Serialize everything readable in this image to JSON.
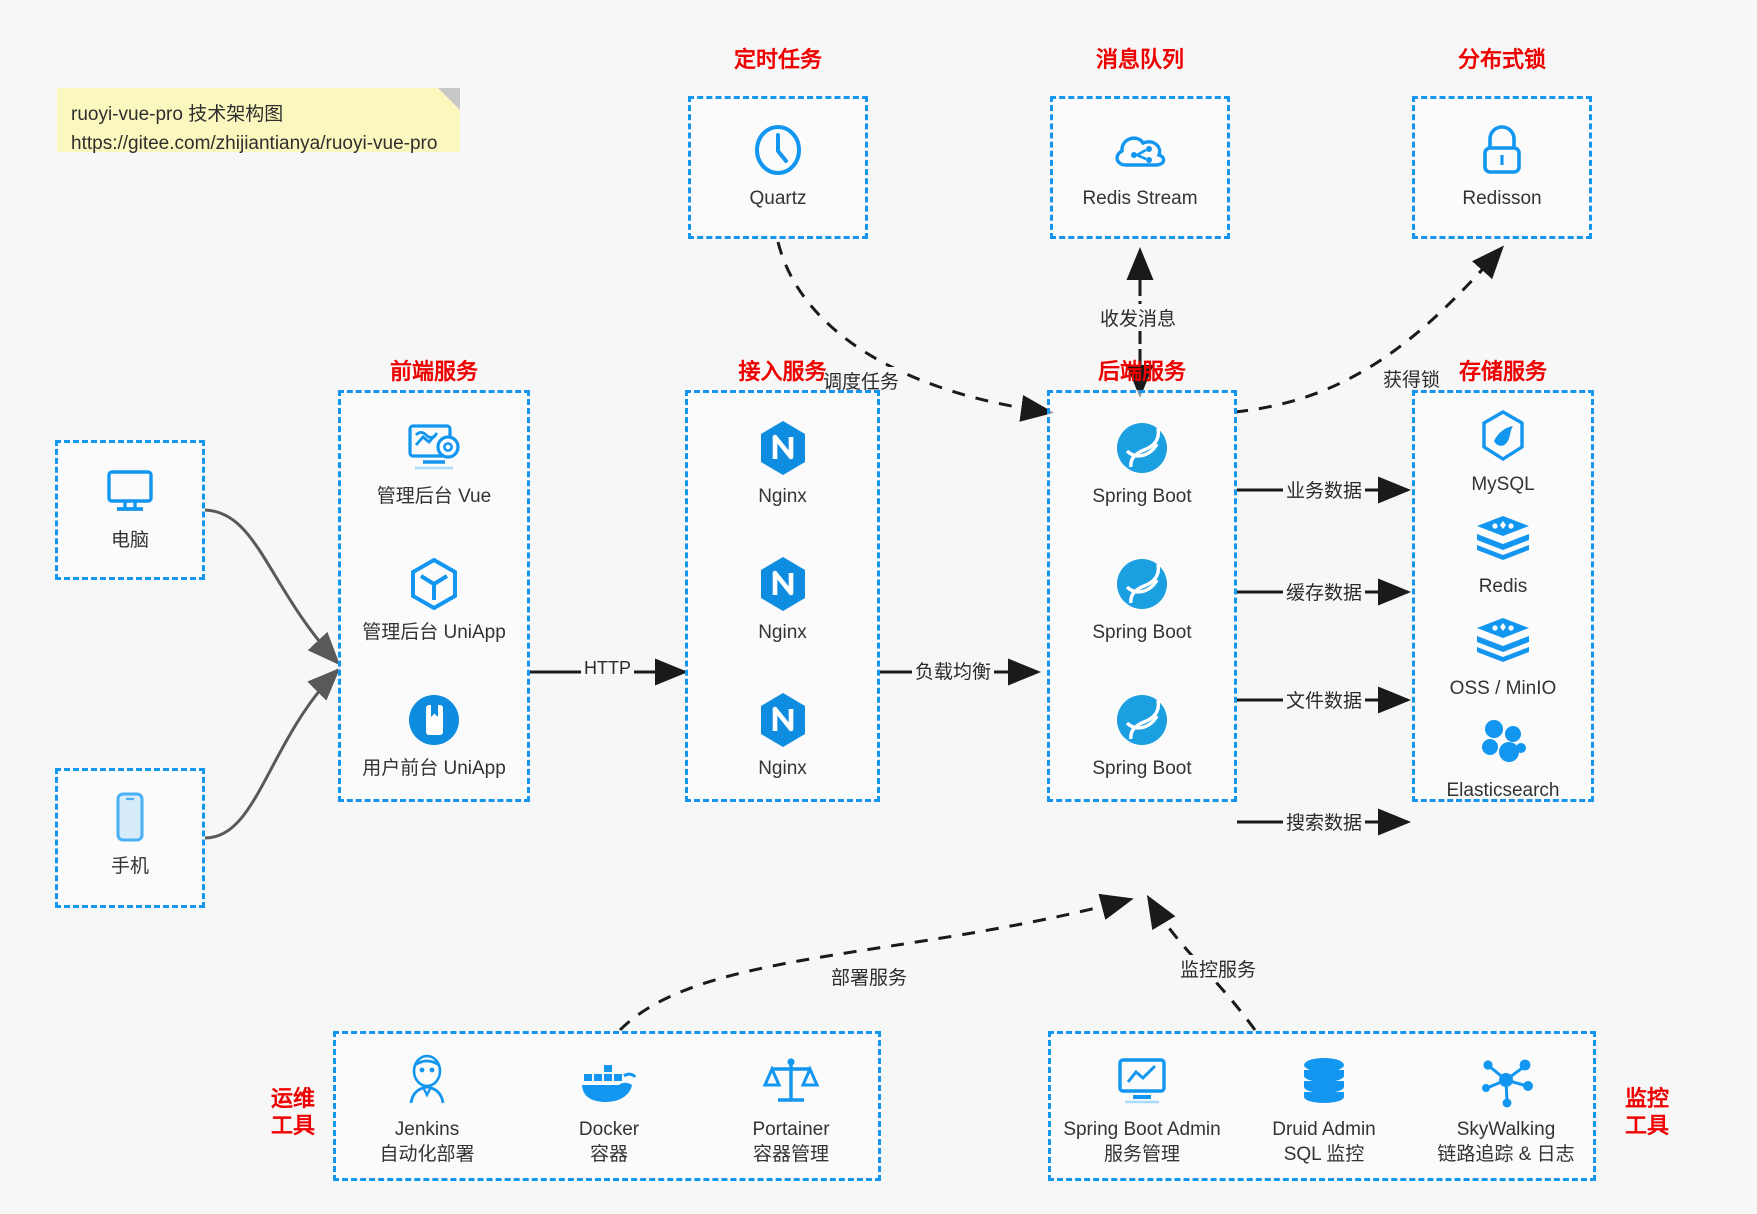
{
  "note": {
    "title": "ruoyi-vue-pro 技术架构图",
    "url": "https://gitee.com/zhijiantianya/ruoyi-vue-pro"
  },
  "colors": {
    "group_border": "#1296f0",
    "group_title": "#ef0000",
    "icon_blue": "#1296f0",
    "canvas_bg": "#f7f7f7",
    "note_bg": "#fbf8bf",
    "arrow_solid": "#1a1a1a",
    "arrow_gray": "#595959"
  },
  "groups": {
    "scheduled_task": {
      "title": "定时任务",
      "nodes": [
        {
          "label": "Quartz",
          "icon": "clock-icon"
        }
      ]
    },
    "message_queue": {
      "title": "消息队列",
      "nodes": [
        {
          "label": "Redis Stream",
          "icon": "cloud-stream-icon"
        }
      ]
    },
    "distributed_lock": {
      "title": "分布式锁",
      "nodes": [
        {
          "label": "Redisson",
          "icon": "lock-icon"
        }
      ]
    },
    "clients": {
      "nodes": [
        {
          "label": "电脑",
          "icon": "desktop-monitor-icon"
        },
        {
          "label": "手机",
          "icon": "mobile-phone-icon"
        }
      ]
    },
    "frontend": {
      "title": "前端服务",
      "nodes": [
        {
          "label": "管理后台 Vue",
          "icon": "dashboard-gear-icon"
        },
        {
          "label": "管理后台 UniApp",
          "icon": "cube-icon"
        },
        {
          "label": "用户前台 UniApp",
          "icon": "app-circle-icon"
        }
      ]
    },
    "gateway": {
      "title": "接入服务",
      "nodes": [
        {
          "label": "Nginx",
          "icon": "nginx-icon"
        },
        {
          "label": "Nginx",
          "icon": "nginx-icon"
        },
        {
          "label": "Nginx",
          "icon": "nginx-icon"
        }
      ]
    },
    "backend": {
      "title": "后端服务",
      "nodes": [
        {
          "label": "Spring Boot",
          "icon": "spring-leaf-icon"
        },
        {
          "label": "Spring Boot",
          "icon": "spring-leaf-icon"
        },
        {
          "label": "Spring Boot",
          "icon": "spring-leaf-icon"
        }
      ]
    },
    "storage": {
      "title": "存储服务",
      "nodes": [
        {
          "label": "MySQL",
          "icon": "mysql-dolphin-icon"
        },
        {
          "label": "Redis",
          "icon": "redis-stack-icon"
        },
        {
          "label": "OSS / MinIO",
          "icon": "redis-stack-icon"
        },
        {
          "label": "Elasticsearch",
          "icon": "elasticsearch-icon"
        }
      ]
    },
    "devops": {
      "title": "运维\n工具",
      "title_lines": [
        "运维",
        "工具"
      ],
      "nodes": [
        {
          "label": "Jenkins",
          "sub": "自动化部署",
          "icon": "jenkins-butler-icon"
        },
        {
          "label": "Docker",
          "sub": "容器",
          "icon": "docker-whale-icon"
        },
        {
          "label": "Portainer",
          "sub": "容器管理",
          "icon": "portainer-scale-icon"
        }
      ]
    },
    "monitoring": {
      "title_lines": [
        "监控",
        "工具"
      ],
      "nodes": [
        {
          "label": "Spring Boot Admin",
          "sub": "服务管理",
          "icon": "monitor-chart-icon"
        },
        {
          "label": "Druid Admin",
          "sub": "SQL 监控",
          "icon": "database-icon"
        },
        {
          "label": "SkyWalking",
          "sub": "链路追踪 & 日志",
          "icon": "skywalking-node-icon"
        }
      ]
    }
  },
  "edges": [
    {
      "id": "client-to-frontend",
      "label": ""
    },
    {
      "id": "frontend-to-gateway",
      "label": "HTTP"
    },
    {
      "id": "gateway-to-backend",
      "label": "负载均衡"
    },
    {
      "id": "quartz-to-backend",
      "label": "调度任务"
    },
    {
      "id": "backend-to-mq",
      "label": "收发消息"
    },
    {
      "id": "backend-to-lock",
      "label": "获得锁"
    },
    {
      "id": "backend-to-mysql",
      "label": "业务数据"
    },
    {
      "id": "backend-to-redis",
      "label": "缓存数据"
    },
    {
      "id": "backend-to-oss",
      "label": "文件数据"
    },
    {
      "id": "backend-to-es",
      "label": "搜索数据"
    },
    {
      "id": "devops-to-backend",
      "label": "部署服务"
    },
    {
      "id": "monitoring-to-backend",
      "label": "监控服务"
    }
  ]
}
